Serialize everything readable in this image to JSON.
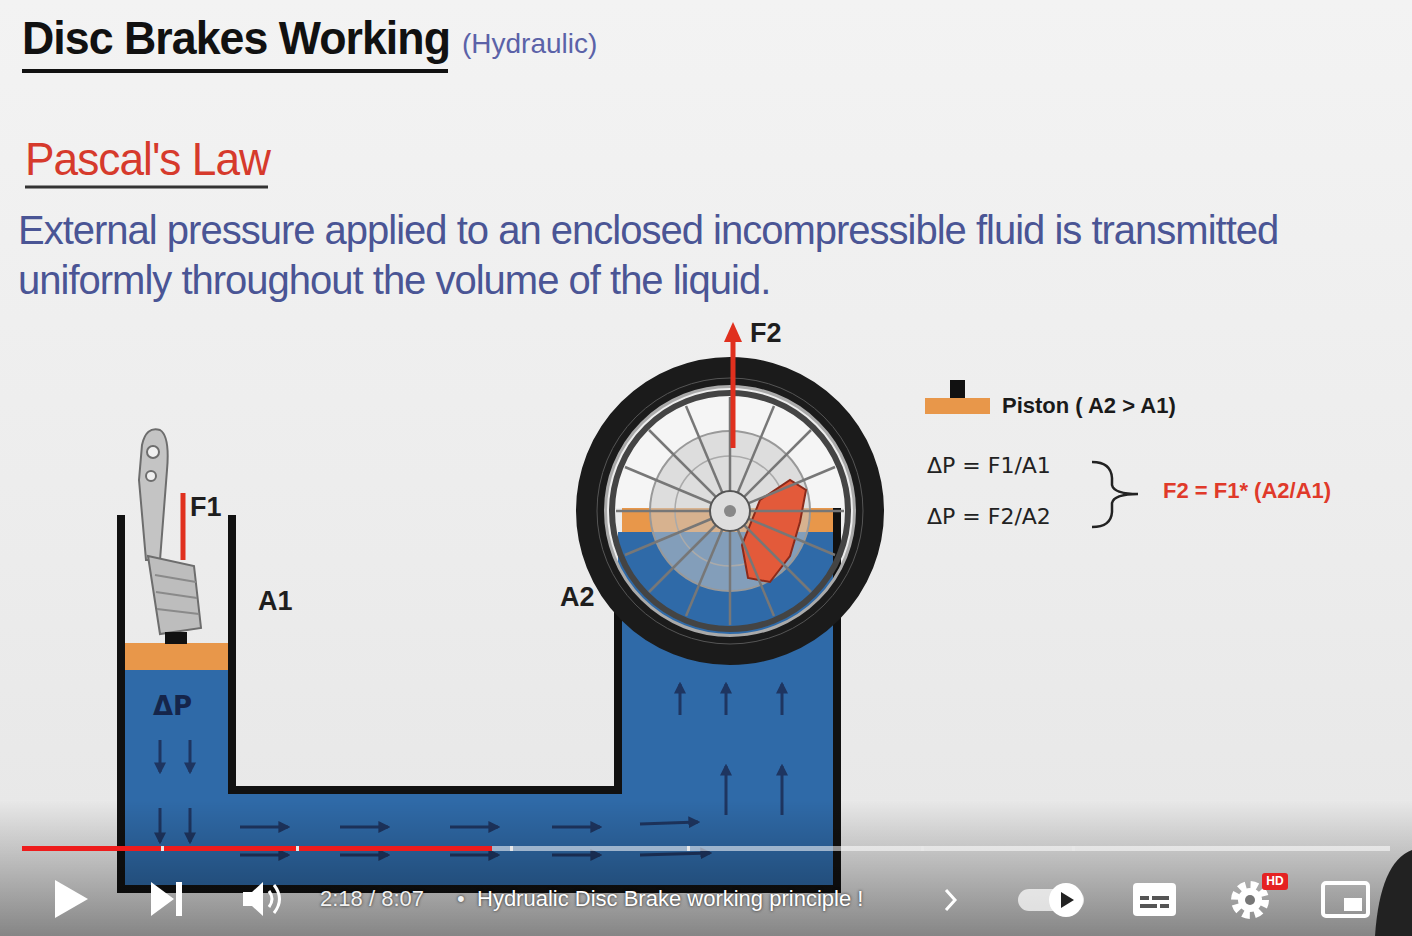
{
  "diagram": {
    "title": "Disc Brakes Working",
    "labels": [
      "(Hydraulic)",
      "Pascal's Law",
      "External pressure applied to an enclosed incompressible fluid is transmitted uniformly throughout the volume of the liquid.",
      "F2",
      "F1",
      "A1",
      "A2",
      "ΔP",
      "ΔP = F1/A1",
      "ΔP = F2/A2",
      "F2 = F1* (A2/A1)",
      "2:18 / 8:07",
      "•",
      "Hydrualic Disc Brake working principle !",
      "HD"
    ],
    "legend": [
      {
        "text": "Piston ( A2 > A1)"
      }
    ]
  }
}
